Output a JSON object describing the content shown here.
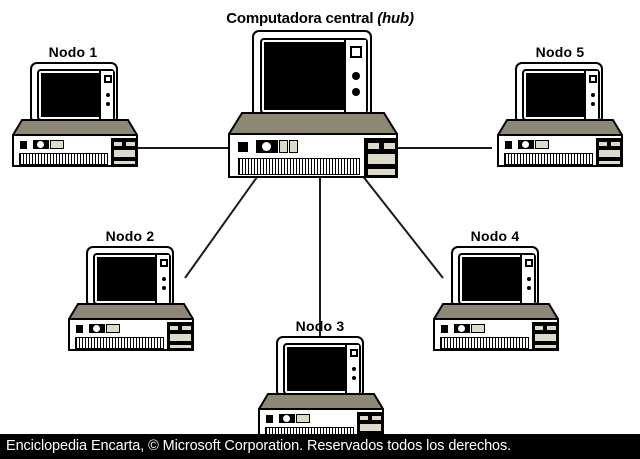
{
  "diagram": {
    "title_main": "Computadora central",
    "title_hub": "(hub)",
    "type": "star-topology-network",
    "background_color": "#ffffff"
  },
  "nodes": [
    {
      "id": "hub",
      "label": "Computadora central (hub)",
      "role": "central-hub"
    },
    {
      "id": "nodo1",
      "label": "Nodo 1",
      "role": "node"
    },
    {
      "id": "nodo2",
      "label": "Nodo 2",
      "role": "node"
    },
    {
      "id": "nodo3",
      "label": "Nodo 3",
      "role": "node"
    },
    {
      "id": "nodo4",
      "label": "Nodo 4",
      "role": "node"
    },
    {
      "id": "nodo5",
      "label": "Nodo 5",
      "role": "node"
    }
  ],
  "labels": {
    "nodo1": "Nodo 1",
    "nodo2": "Nodo 2",
    "nodo3": "Nodo 3",
    "nodo4": "Nodo 4",
    "nodo5": "Nodo 5"
  },
  "caption": {
    "text": "Enciclopedia Encarta, © Microsoft Corporation. Reservados todos los derechos.",
    "background_color": "#000000",
    "text_color": "#ffffff"
  },
  "colors": {
    "outline": "#000000",
    "case_top": "#8f8775",
    "case_front": "#ffffff",
    "screen": "#000000",
    "drive": "#ded9c8",
    "wire": "#1a1a1a"
  },
  "icons": {
    "monitor": "crt-monitor-icon",
    "case": "desktop-case-icon",
    "vent": "vent-grille-icon",
    "drive_bay": "floppy-drive-bay-icon",
    "power_button": "power-button-icon",
    "knob": "dial-knob-icon"
  }
}
